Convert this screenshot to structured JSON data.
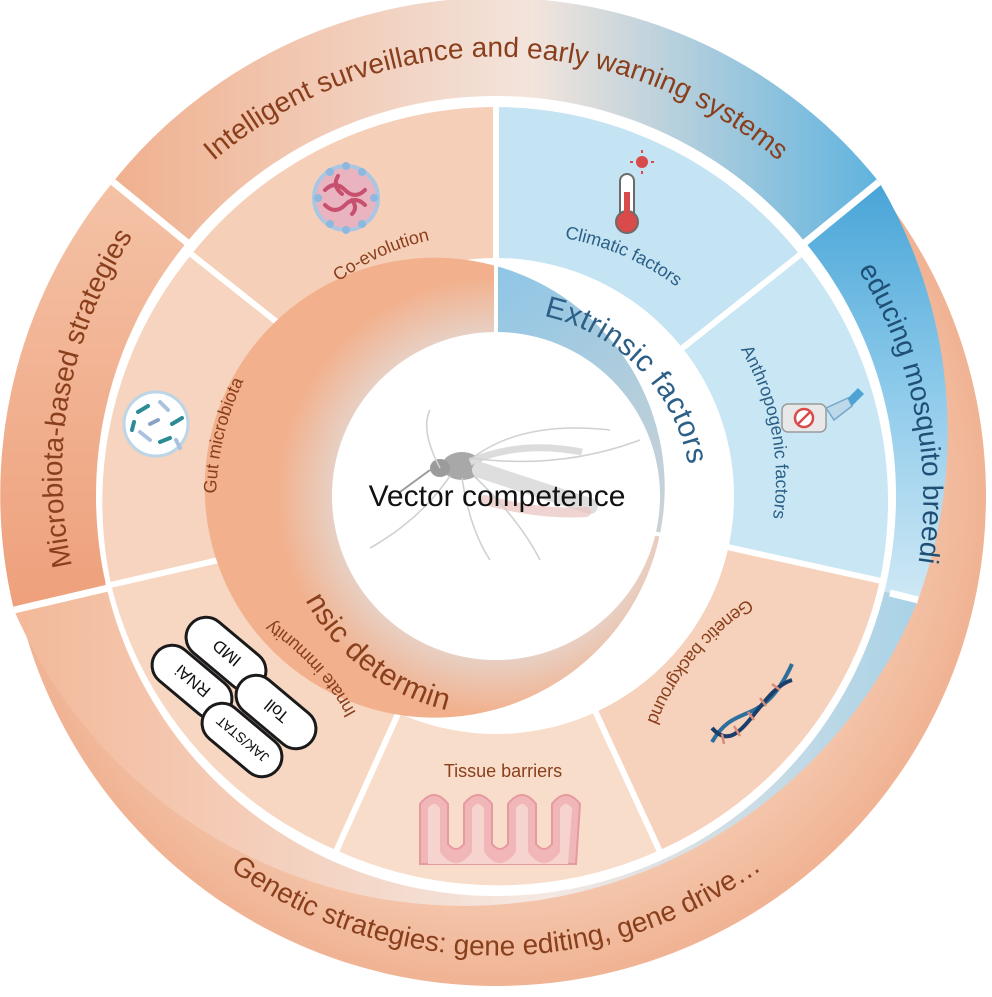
{
  "center": {
    "title": "Vector competence"
  },
  "inner_ring": {
    "intrinsic_label": "Intrinsic determinants",
    "extrinsic_label": "Extrinsic factors"
  },
  "middle_ring": {
    "co_evolution": "Co-evolution",
    "climatic": "Climatic factors",
    "anthropogenic": "Anthropogenic factors",
    "gut_microbiota": "Gut microbiota",
    "innate_immunity": "Innate immunity",
    "tissue_barriers": "Tissue barriers",
    "genetic_background": "Genetic background",
    "pathways": [
      "IMD",
      "RNAi",
      "Toll",
      "JAK/STAT"
    ]
  },
  "outer_ring": {
    "surveillance": "Intelligent surveillance and early warning systems",
    "breeding": "Reducing mosquito breeding",
    "genetic": "Genetic strategies: gene editing, gene drive…",
    "microbiota": "Microbiota-based strategies"
  },
  "colors": {
    "salmon": "#f3c3a6",
    "salmon_dark": "#e8a17c",
    "blue": "#bfe0f1",
    "blue_dark": "#66b6df",
    "label_brown": "#8a3f1c",
    "label_blue": "#2b5f86",
    "inner_grey": "#d9d9d9"
  },
  "icons": [
    "virus-icon",
    "thermometer-icon",
    "spray-bottle-icon",
    "petri-dish-icon",
    "dna-icon",
    "villi-icon",
    "mosquito-icon"
  ]
}
